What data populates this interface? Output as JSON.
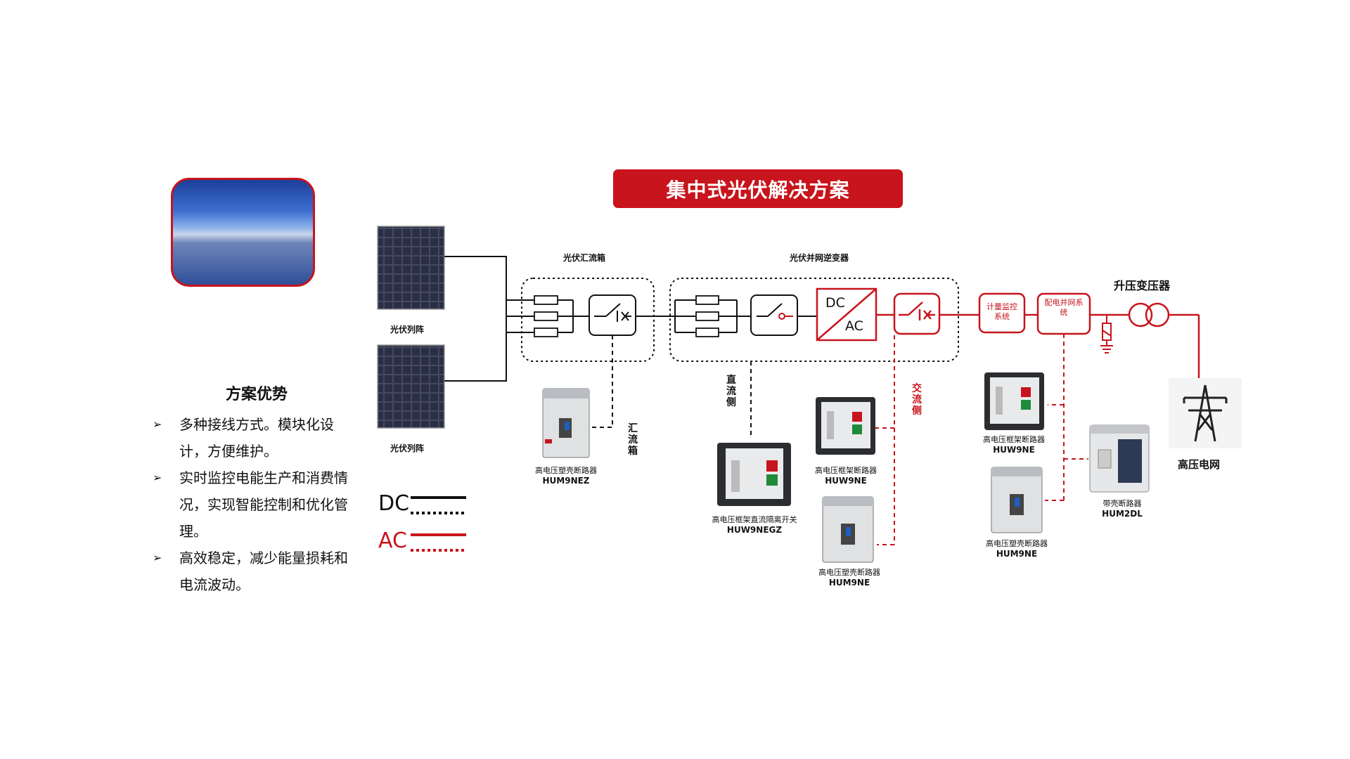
{
  "title": "集中式光伏解决方案",
  "advantages": {
    "heading": "方案优势",
    "items": [
      "多种接线方式。模块化设计，方便维护。",
      "实时监控电能生产和消费情况，实现智能控制和优化管理。",
      "高效稳定，减少能量损耗和电流波动。"
    ]
  },
  "labels": {
    "pv_array_top": "光伏列阵",
    "pv_array_bottom": "光伏列阵",
    "combiner_box": "光伏汇流箱",
    "inverter": "光伏并网逆变器",
    "transformer": "升压变压器",
    "grid": "高压电网",
    "dc_side": "直流侧",
    "ac_side": "交流侧",
    "combiner_vertical": "汇流箱",
    "dc": "DC",
    "ac": "AC",
    "metering": "计量监控系统",
    "distribution": "配电并网系统"
  },
  "legend": {
    "dc": "DC",
    "ac": "AC"
  },
  "products": [
    {
      "name": "高电压塑壳断路器",
      "model": "HUM9NEZ"
    },
    {
      "name": "高电压框架直流隔离开关",
      "model": "HUW9NEGZ"
    },
    {
      "name": "高电压框架断路器",
      "model": "HUW9NE"
    },
    {
      "name": "高电压塑壳断路器",
      "model": "HUM9NE"
    },
    {
      "name": "高电压框架断路器",
      "model": "HUW9NE"
    },
    {
      "name": "高电压塑壳断路器",
      "model": "HUM9NE"
    },
    {
      "name": "带壳断路器",
      "model": "HUM2DL"
    }
  ],
  "colors": {
    "accent": "#c8141c",
    "dc_line": "#111111",
    "ac_line": "#c8141c"
  }
}
